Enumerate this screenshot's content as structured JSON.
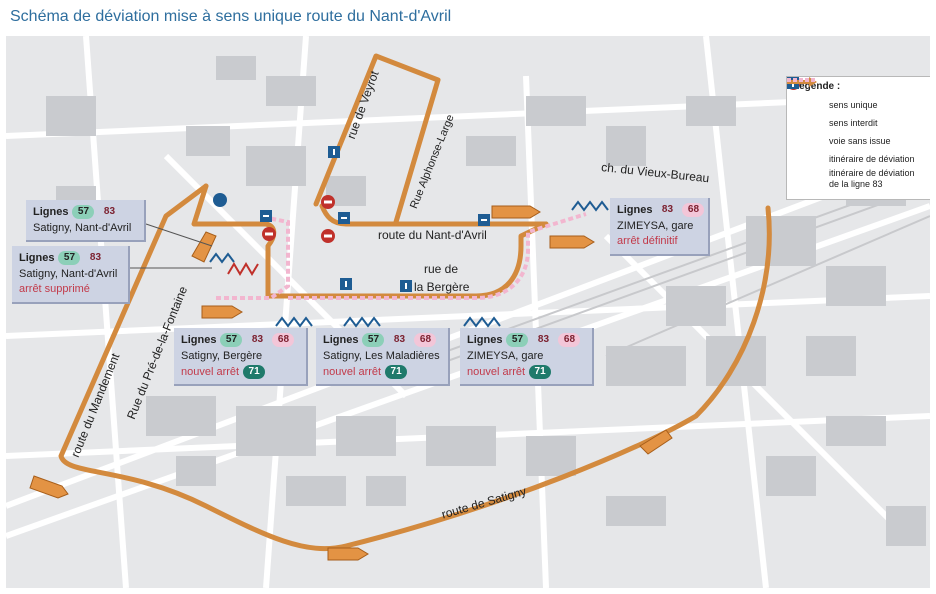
{
  "title": "Schéma de déviation mise à sens unique route du Nant-d'Avril",
  "colors": {
    "route": "#d38a3e",
    "route83": "#f2b6cf",
    "bg": "#e6e7e9",
    "building": "#c9cbcf",
    "sign_blue": "#1e5c93",
    "sign_red": "#c0312b"
  },
  "legend": {
    "title": "Légende :",
    "items": [
      {
        "icon": "one-way-sign-icon",
        "label": "sens unique"
      },
      {
        "icon": "no-entry-sign-icon",
        "label": "sens interdit"
      },
      {
        "icon": "dead-end-sign-icon",
        "label": "voie sans issue"
      },
      {
        "icon": "detour-arrow-icon",
        "label": "itinéraire de déviation"
      },
      {
        "icon": "detour-line83-icon",
        "label": "itinéraire de déviation de la ligne 83"
      }
    ]
  },
  "streets": {
    "veyrot": "rue de Veyrot",
    "alphonse": "Rue Alphonse-Large",
    "vieux_bureau": "ch. du Vieux-Bureau",
    "nant": "route du Nant-d'Avril",
    "bergere": "rue de",
    "bergere2": "la Bergère",
    "mandement": "route du Mandement",
    "pre": "Rue du Pré-de-la-Fontaine",
    "satigny": "route de Satigny"
  },
  "cards": {
    "c1": {
      "title": "Lignes",
      "lines": [
        "57",
        "83"
      ],
      "stop": "Satigny, Nant-d'Avril"
    },
    "c2": {
      "title": "Lignes",
      "lines": [
        "57",
        "83"
      ],
      "stop": "Satigny, Nant-d'Avril",
      "note": "arrêt supprimé"
    },
    "c3": {
      "title": "Lignes",
      "lines": [
        "83",
        "68"
      ],
      "stop": "ZIMEYSA, gare",
      "note": "arrêt définitif"
    },
    "c4": {
      "title": "Lignes",
      "lines": [
        "57",
        "83",
        "68"
      ],
      "stop": "Satigny, Bergère",
      "note": "nouvel arrêt",
      "new_line": "71"
    },
    "c5": {
      "title": "Lignes",
      "lines": [
        "57",
        "83",
        "68"
      ],
      "stop": "Satigny, Les Maladières",
      "note": "nouvel arrêt",
      "new_line": "71"
    },
    "c6": {
      "title": "Lignes",
      "lines": [
        "57",
        "83",
        "68"
      ],
      "stop": "ZIMEYSA, gare",
      "note": "nouvel arrêt",
      "new_line": "71"
    }
  }
}
